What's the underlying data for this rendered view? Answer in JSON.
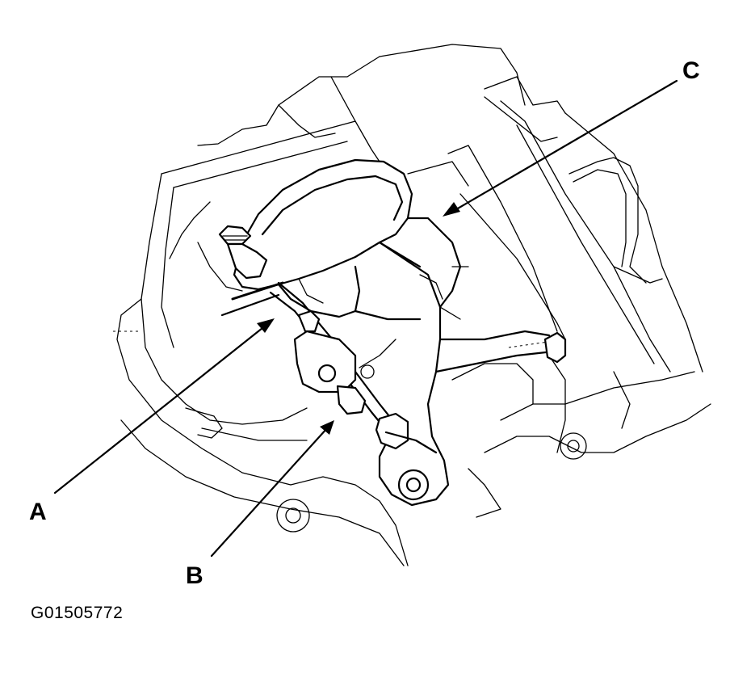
{
  "figure": {
    "id_code": "G01505772",
    "callouts": [
      {
        "key": "a",
        "label": "A"
      },
      {
        "key": "b",
        "label": "B"
      },
      {
        "key": "c",
        "label": "C"
      }
    ]
  }
}
